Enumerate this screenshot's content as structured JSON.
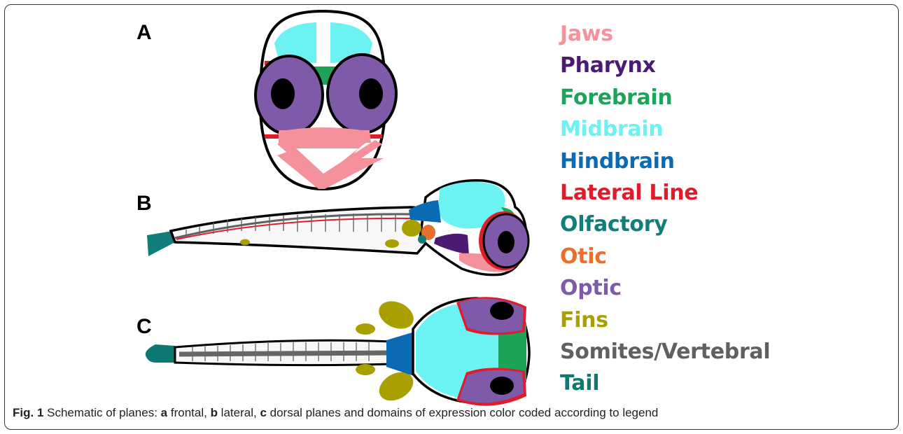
{
  "panels": {
    "a": "A",
    "b": "B",
    "c": "C"
  },
  "legend": [
    {
      "label": "Jaws",
      "color": "#F5919B"
    },
    {
      "label": "Pharynx",
      "color": "#4B1A72"
    },
    {
      "label": "Forebrain",
      "color": "#1DA35A"
    },
    {
      "label": "Midbrain",
      "color": "#6CF2F2"
    },
    {
      "label": "Hindbrain",
      "color": "#0A6AB3"
    },
    {
      "label": "Lateral Line",
      "color": "#E21B2A"
    },
    {
      "label": "Olfactory",
      "color": "#127E7A"
    },
    {
      "label": "Otic",
      "color": "#E8702A"
    },
    {
      "label": "Optic",
      "color": "#7E5AA8"
    },
    {
      "label": "Fins",
      "color": "#A9A000"
    },
    {
      "label": "Somites/Vertebral",
      "color": "#606060"
    },
    {
      "label": "Tail",
      "color": "#0C7A70"
    }
  ],
  "caption": {
    "prefix": "Fig. 1",
    "t1": " Schematic of planes: ",
    "a": "a",
    "t2": " frontal, ",
    "b": "b",
    "t3": " lateral, ",
    "c": "c",
    "t4": " dorsal planes and domains of expression color coded according to legend"
  }
}
